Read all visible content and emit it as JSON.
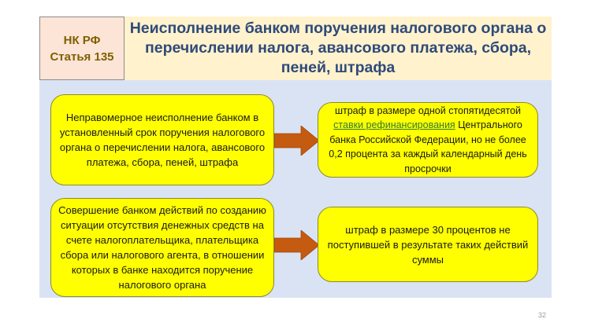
{
  "header": {
    "article_line1": "НК РФ",
    "article_line2": "Статья 135",
    "title": "Неисполнение банком поручения налогового органа о перечислении налога, авансового платежа, сбора, пеней, штрафа"
  },
  "rows": [
    {
      "violation": "Неправомерное неисполнение банком в установленный срок поручения налогового органа о перечислении налога, авансового платежа, сбора, пеней, штрафа",
      "penalty_prefix": "штраф в размере одной стопятидесятой",
      "penalty_link": "ставки рефинансирования",
      "penalty_suffix": "Центрального банка Российской Федерации, но не более 0,2 процента за каждый календарный день просрочки"
    },
    {
      "violation": "Совершение банком действий по созданию ситуации отсутствия денежных средств на счете налогоплательщика, плательщика сбора или налогового агента, в отношении которых в банке находится поручение налогового органа",
      "penalty": "штраф в размере 30 процентов не поступившей в результате таких действий суммы"
    }
  ],
  "icons": {
    "arrow": "arrow-right-icon"
  },
  "colors": {
    "article_bg": "#FCE4D6",
    "title_bg": "#FFF2CC",
    "title_text": "#2F4A7A",
    "body_bg": "#DAE3F3",
    "box_bg": "#FFFF00",
    "arrow": "#C55A11",
    "link": "#2E7D32"
  },
  "footer": {
    "page_number": "32"
  }
}
